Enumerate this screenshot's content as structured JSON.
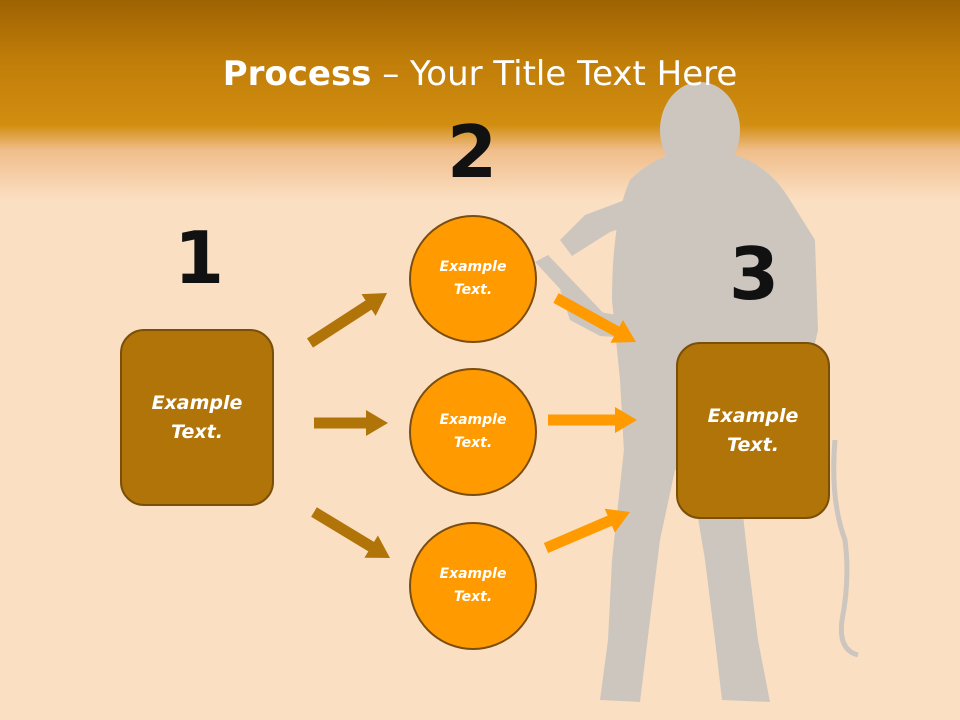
{
  "title": {
    "bold": "Process",
    "rest": " – Your Title Text Here"
  },
  "steps": [
    {
      "number": "1",
      "box_text": "Example Text."
    },
    {
      "number": "2",
      "circles": [
        "Example Text.",
        "Example Text.",
        "Example Text."
      ]
    },
    {
      "number": "3",
      "box_text": "Example Text."
    }
  ],
  "colors": {
    "header_dark": "#9e6203",
    "header_light": "#d28e10",
    "background": "#fbdfc2",
    "box_fill": "#b17409",
    "circle_fill": "#ff9a00",
    "arrow_dark": "#b17409",
    "arrow_light": "#ff9a00",
    "silhouette": "#cdc6bf"
  }
}
